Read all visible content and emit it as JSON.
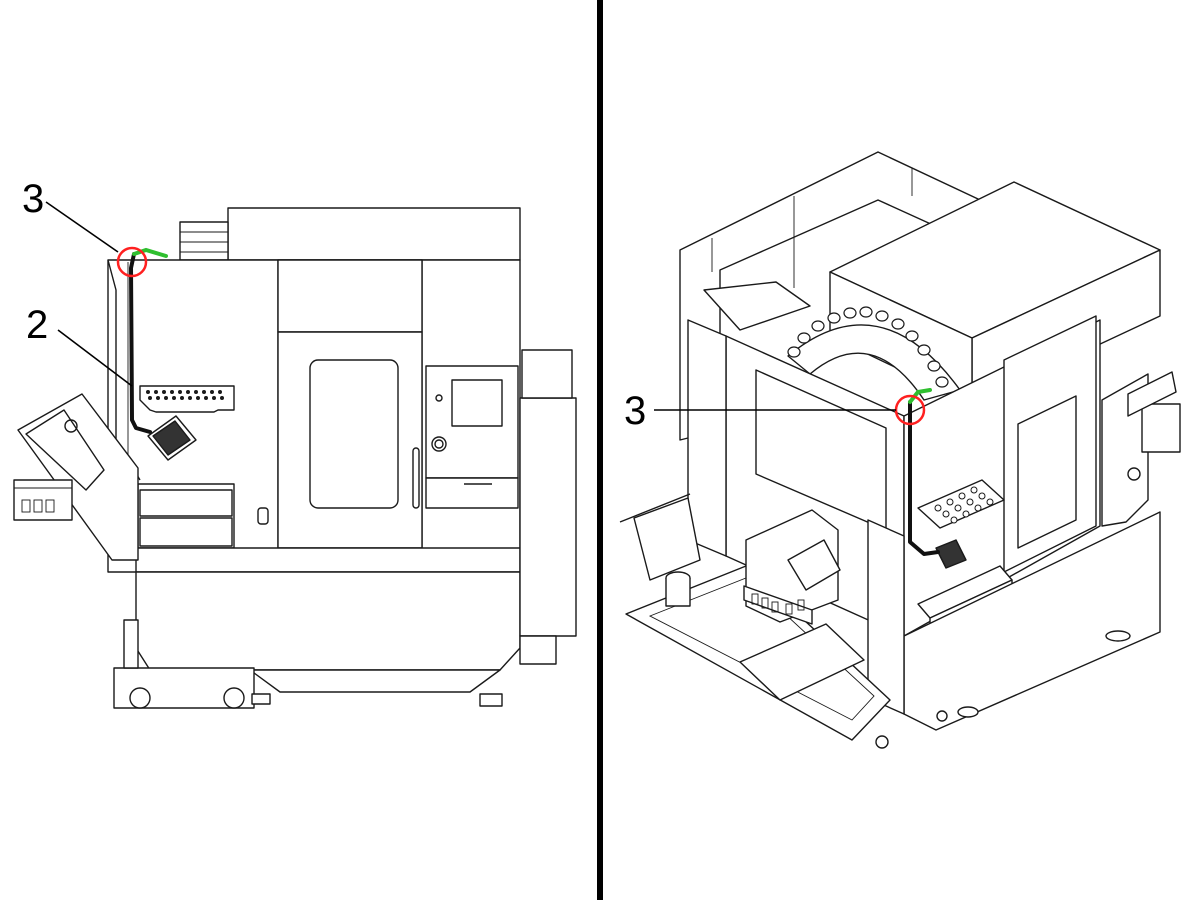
{
  "left_view": {
    "callouts": [
      {
        "id": "callout-3",
        "text": "3"
      },
      {
        "id": "callout-2",
        "text": "2"
      }
    ]
  },
  "right_view": {
    "callouts": [
      {
        "id": "callout-3",
        "text": "3"
      }
    ]
  },
  "colors": {
    "highlight_circle": "#ff2020",
    "cable_segment": "#2fbf2f",
    "divider": "#000000"
  }
}
